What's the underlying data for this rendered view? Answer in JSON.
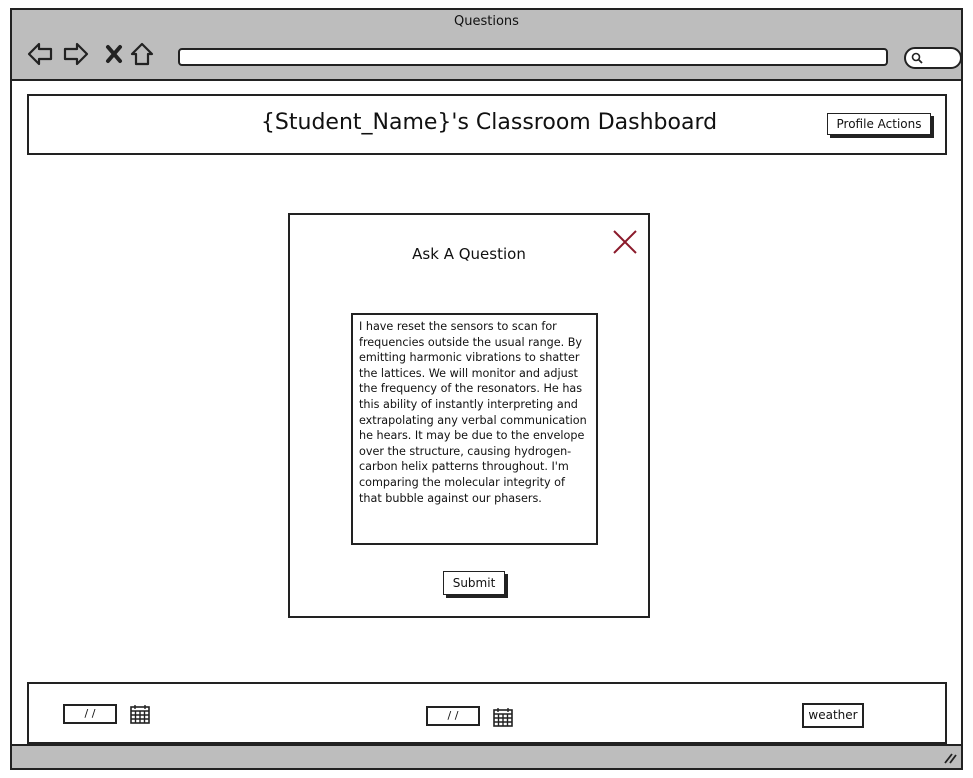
{
  "window": {
    "title": "Questions"
  },
  "header": {
    "title": "{Student_Name}'s Classroom Dashboard",
    "profile_button": "Profile Actions"
  },
  "modal": {
    "title": "Ask A Question",
    "question_text": "I have reset the sensors to scan for frequencies outside the usual range. By emitting harmonic vibrations to shatter the lattices. We will monitor and adjust the frequency of the resonators. He has this ability of instantly interpreting and extrapolating any verbal communication he hears. It may be due to the envelope over the structure, causing hydrogen-carbon helix patterns throughout. I'm comparing the molecular integrity of that bubble against our phasers.",
    "submit_label": "Submit",
    "close_color": "#8b1a2b"
  },
  "footer": {
    "date1": "/ /",
    "date2": "/ /",
    "weather": "weather"
  }
}
